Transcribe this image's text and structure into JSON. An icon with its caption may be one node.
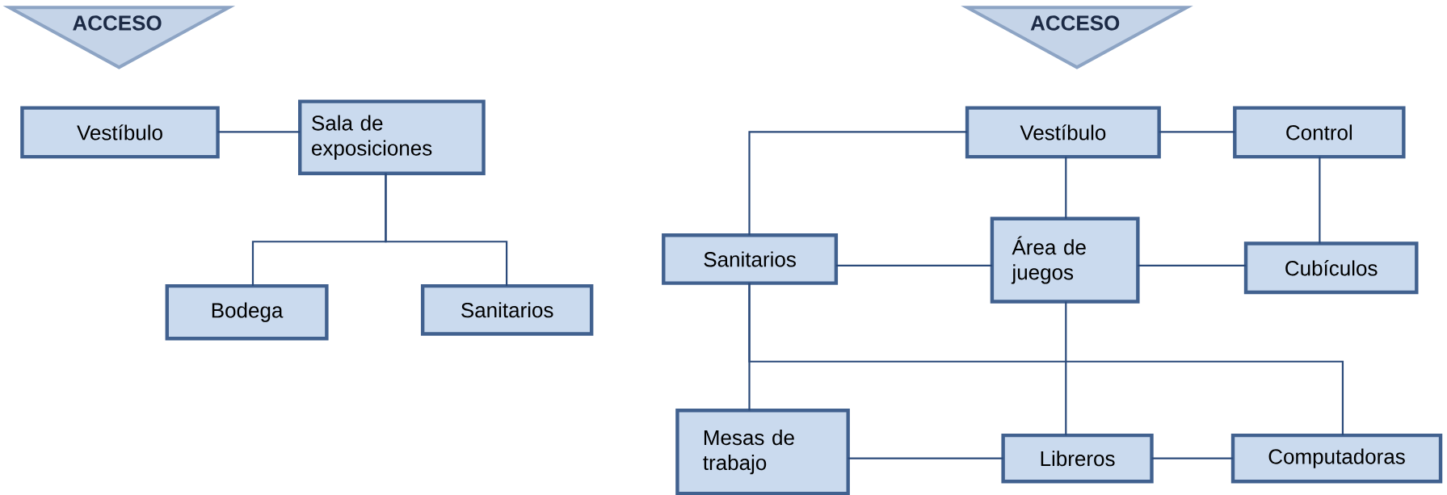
{
  "diagram": {
    "nodes": [
      {
        "text": [
          "ACCESO"
        ]
      },
      {
        "text": [
          "Vestíbulo"
        ]
      },
      {
        "text": [
          "Sala de exposiciones"
        ]
      },
      {
        "text": [
          "Bodega"
        ]
      },
      {
        "text": [
          "Sanitarios"
        ]
      },
      {
        "text": [
          "ACCESO"
        ]
      },
      {
        "text": [
          "Vestíbulo"
        ]
      },
      {
        "text": [
          "Control"
        ]
      },
      {
        "text": [
          "Sanitarios"
        ]
      },
      {
        "text": [
          "Área de juegos"
        ]
      },
      {
        "text": [
          "Cubículos"
        ]
      },
      {
        "text": [
          "Mesas de trabajo"
        ]
      },
      {
        "text": [
          "Libreros"
        ]
      },
      {
        "text": [
          "Computadoras"
        ]
      }
    ],
    "edges": [
      {
        "from": 1,
        "to": 2,
        "arrow": "none"
      },
      {
        "from": 2,
        "to": 3,
        "arrow": "none"
      },
      {
        "from": 2,
        "to": 4,
        "arrow": "none"
      },
      {
        "from": 6,
        "to": 7,
        "arrow": "none"
      },
      {
        "from": 6,
        "to": 8,
        "arrow": "none"
      },
      {
        "from": 6,
        "to": 9,
        "arrow": "none"
      },
      {
        "from": 7,
        "to": 10,
        "arrow": "none"
      },
      {
        "from": 8,
        "to": 9,
        "arrow": "none"
      },
      {
        "from": 9,
        "to": 10,
        "arrow": "none"
      },
      {
        "from": 8,
        "to": 11,
        "arrow": "none"
      },
      {
        "from": 8,
        "to": 13,
        "arrow": "none"
      },
      {
        "from": 9,
        "to": 12,
        "arrow": "none"
      },
      {
        "from": 11,
        "to": 12,
        "arrow": "none"
      },
      {
        "from": 12,
        "to": 13,
        "arrow": "none"
      }
    ]
  }
}
